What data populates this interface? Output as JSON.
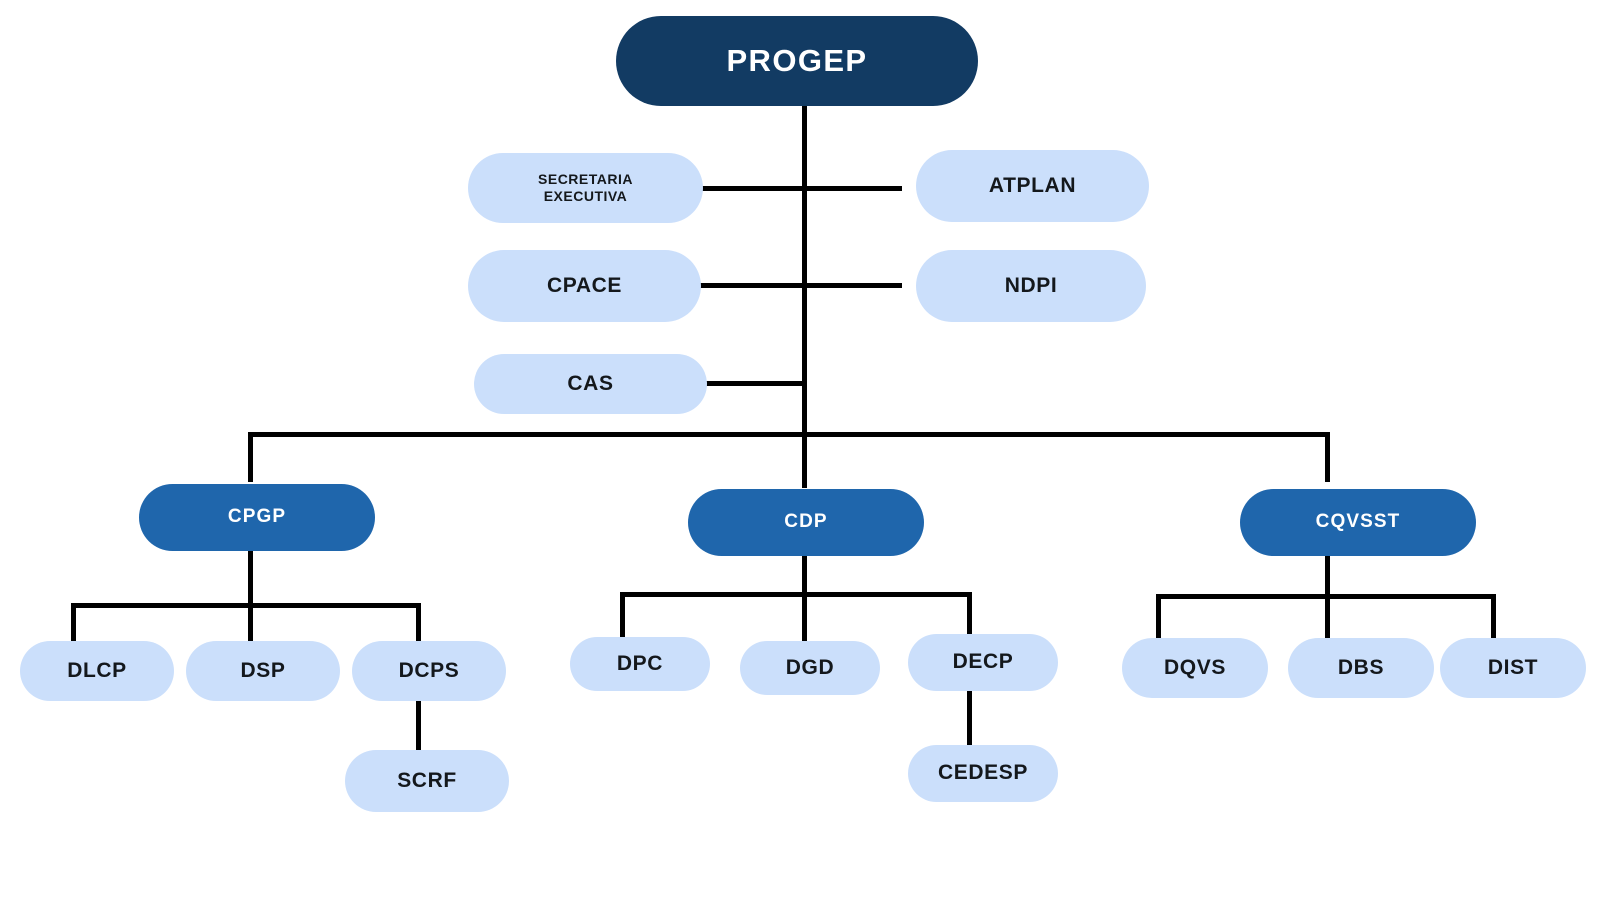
{
  "chart": {
    "title": "PROGEP",
    "type": "organizational-chart",
    "colors": {
      "root": "#123b63",
      "department": "#1f66ac",
      "staff": "#cbdffb",
      "connector": "#000000",
      "background": "#ffffff",
      "light_text": "#ffffff",
      "dark_text": "#14181c"
    }
  },
  "nodes": {
    "root": {
      "label": "PROGEP",
      "level": "root"
    },
    "staff_left": [
      {
        "label": "SECRETARIA\nEXECUTIVA",
        "level": "staff"
      },
      {
        "label": "CPACE",
        "level": "staff"
      },
      {
        "label": "CAS",
        "level": "staff"
      }
    ],
    "staff_right": [
      {
        "label": "ATPLAN",
        "level": "staff"
      },
      {
        "label": "NDPI",
        "level": "staff"
      }
    ],
    "departments": [
      {
        "label": "CPGP",
        "level": "department",
        "children": [
          {
            "label": "DLCP",
            "level": "staff",
            "children": []
          },
          {
            "label": "DSP",
            "level": "staff",
            "children": []
          },
          {
            "label": "DCPS",
            "level": "staff",
            "children": [
              {
                "label": "SCRF",
                "level": "staff"
              }
            ]
          }
        ]
      },
      {
        "label": "CDP",
        "level": "department",
        "children": [
          {
            "label": "DPC",
            "level": "staff",
            "children": []
          },
          {
            "label": "DGD",
            "level": "staff",
            "children": []
          },
          {
            "label": "DECP",
            "level": "staff",
            "children": [
              {
                "label": "CEDESP",
                "level": "staff"
              }
            ]
          }
        ]
      },
      {
        "label": "CQVSST",
        "level": "department",
        "children": [
          {
            "label": "DQVS",
            "level": "staff",
            "children": []
          },
          {
            "label": "DBS",
            "level": "staff",
            "children": []
          },
          {
            "label": "DIST",
            "level": "staff",
            "children": []
          }
        ]
      }
    ]
  }
}
